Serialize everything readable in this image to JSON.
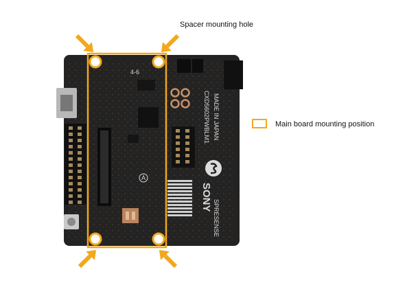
{
  "annotations": {
    "spacer_hole_label": "Spacer mounting hole",
    "legend_label": "Main board mounting position",
    "accent_color": "#f2a81c"
  },
  "board": {
    "brand": "SONY",
    "product": "SPRESENSE",
    "model": "CXD5602PWBLM1",
    "origin": "MADE IN JAPAN",
    "marker_text": "4-6",
    "circle_marker": "A",
    "board_color": "#232323"
  }
}
